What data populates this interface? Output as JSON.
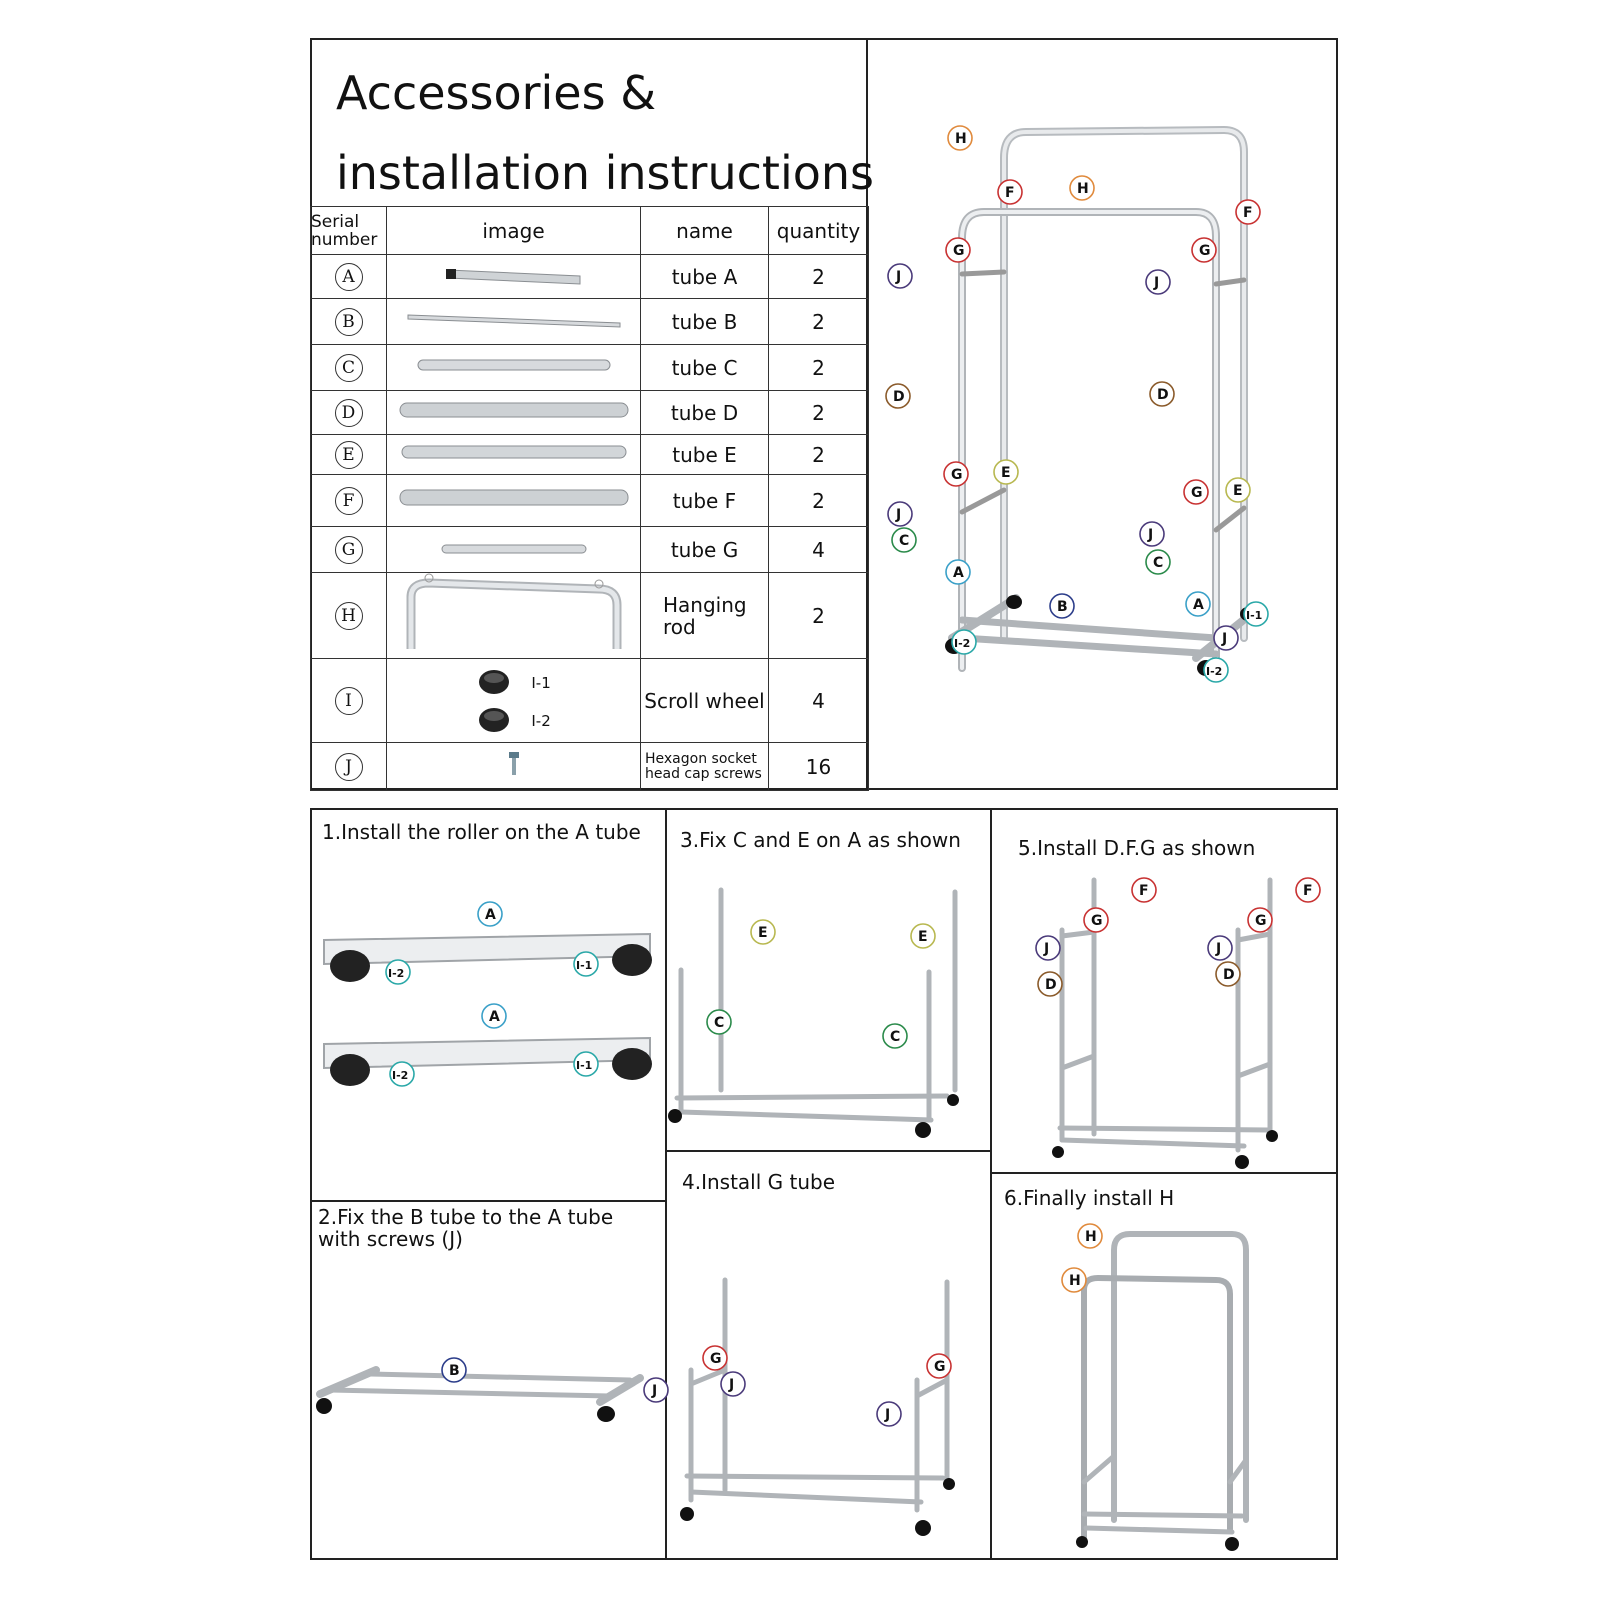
{
  "title": {
    "line1": "Accessories &",
    "line2": "installation instructions"
  },
  "table": {
    "headers": {
      "serial": "Serial number",
      "image": "image",
      "name": "name",
      "quantity": "quantity"
    },
    "rows": [
      {
        "serial": "A",
        "name": "tube A",
        "quantity": "2"
      },
      {
        "serial": "B",
        "name": "tube B",
        "quantity": "2"
      },
      {
        "serial": "C",
        "name": "tube C",
        "quantity": "2"
      },
      {
        "serial": "D",
        "name": "tube D",
        "quantity": "2"
      },
      {
        "serial": "E",
        "name": "tube E",
        "quantity": "2"
      },
      {
        "serial": "F",
        "name": "tube F",
        "quantity": "2"
      },
      {
        "serial": "G",
        "name": "tube G",
        "quantity": "4"
      },
      {
        "serial": "H",
        "name": "Hanging rod",
        "quantity": "2"
      },
      {
        "serial": "I",
        "name": "Scroll wheel",
        "quantity": "4",
        "image_labels": [
          "I-1",
          "I-2"
        ]
      },
      {
        "serial": "J",
        "name": "Hexagon socket head cap screws",
        "quantity": "16"
      }
    ]
  },
  "steps": {
    "s1": "1.Install the roller on the A tube",
    "s2": "2.Fix the B tube to the A tube with screws (J)",
    "s3": "3.Fix C and E on A as shown",
    "s4": "4.Install G tube",
    "s5": "5.Install D.F.G as shown",
    "s6": "6.Finally install H"
  },
  "label_colors": {
    "A": "#3aa0c8",
    "B": "#2c3d8a",
    "C": "#2a8a4a",
    "D": "#8a5a2a",
    "E": "#b8b850",
    "F": "#c83232",
    "G": "#c83232",
    "H": "#e08a3c",
    "J": "#4a3a7a",
    "I1": "#2aa8a8",
    "I2": "#2aa8a8"
  },
  "overview_labels": [
    "H",
    "F",
    "H",
    "F",
    "G",
    "G",
    "J",
    "J",
    "D",
    "D",
    "G",
    "E",
    "G",
    "E",
    "J",
    "J",
    "C",
    "C",
    "A",
    "B",
    "A",
    "I-1",
    "J",
    "I-2",
    "I-2"
  ]
}
